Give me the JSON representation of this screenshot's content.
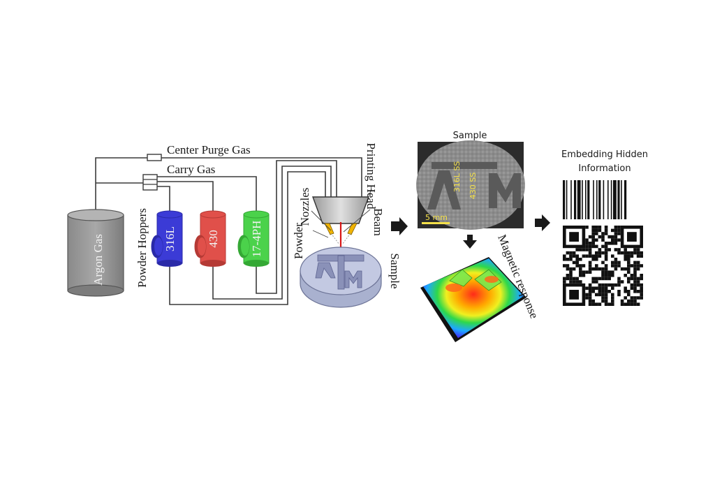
{
  "figure": {
    "labels": {
      "center_purge_gas": "Center Purge Gas",
      "carry_gas": "Carry Gas",
      "argon_gas": "Argon Gas",
      "powder_hoppers": "Powder Hoppers",
      "printing_head": "Printing Head",
      "nozzles": "Nozzles",
      "beam": "Beam",
      "powder": "Powder",
      "sample_right": "Sample",
      "sample_top": "Sample",
      "magnetic_response": "Magnetic response",
      "embedding_line1": "Embedding Hidden",
      "embedding_line2": "Information"
    },
    "hoppers": [
      {
        "label": "316L",
        "color": "#3b3bd6",
        "dark": "#2a2aa8"
      },
      {
        "label": "430",
        "color": "#e0504a",
        "dark": "#b53a35"
      },
      {
        "label": "17-4PH",
        "color": "#4bd24b",
        "dark": "#34a834"
      }
    ],
    "micrograph": {
      "label_316l": "316L SS",
      "label_430": "430 SS",
      "scale": "5 mm"
    }
  }
}
